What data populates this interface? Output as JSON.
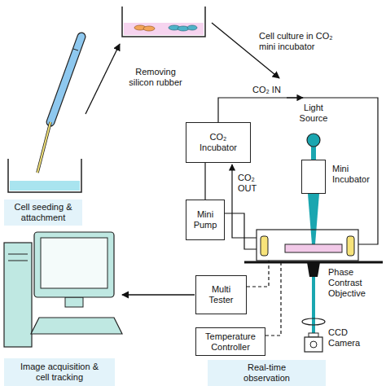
{
  "diagram": {
    "nodes": [
      {
        "text": [
          "Cell seeding & attachment"
        ]
      },
      {
        "text": [
          "CO₂ Incubator"
        ]
      },
      {
        "text": [
          "Mini Incubator"
        ]
      },
      {
        "text": [
          "Mini Pump"
        ]
      },
      {
        "text": [
          "Multi Tester"
        ]
      },
      {
        "text": [
          "Temperature Controller"
        ]
      },
      {
        "text": [
          "Image acquisition & cell tracking"
        ]
      },
      {
        "text": [
          "Real-time observation"
        ]
      }
    ],
    "edges": [
      {
        "from": 1,
        "to": 3,
        "arrow": "none"
      }
    ],
    "labels": [
      "Removing silicon rubber",
      "Cell culture in CO₂ mini incubator",
      "CO₂ IN",
      "CO₂ OUT",
      "Light Source",
      "Phase Contrast Objective",
      "CCD Camera"
    ]
  }
}
